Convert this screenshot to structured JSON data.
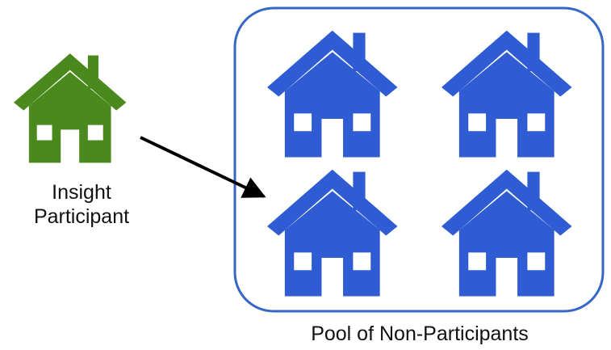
{
  "participant": {
    "label_line1": "Insight",
    "label_line2": "Participant",
    "color": "#4a8a1c",
    "icon": "house-icon"
  },
  "pool": {
    "label": "Pool of Non-Participants",
    "color": "#2f5bd3",
    "border_color": "#3566c8",
    "icon": "house-icon",
    "house_count": 4
  },
  "arrow": {
    "color": "#000000"
  }
}
